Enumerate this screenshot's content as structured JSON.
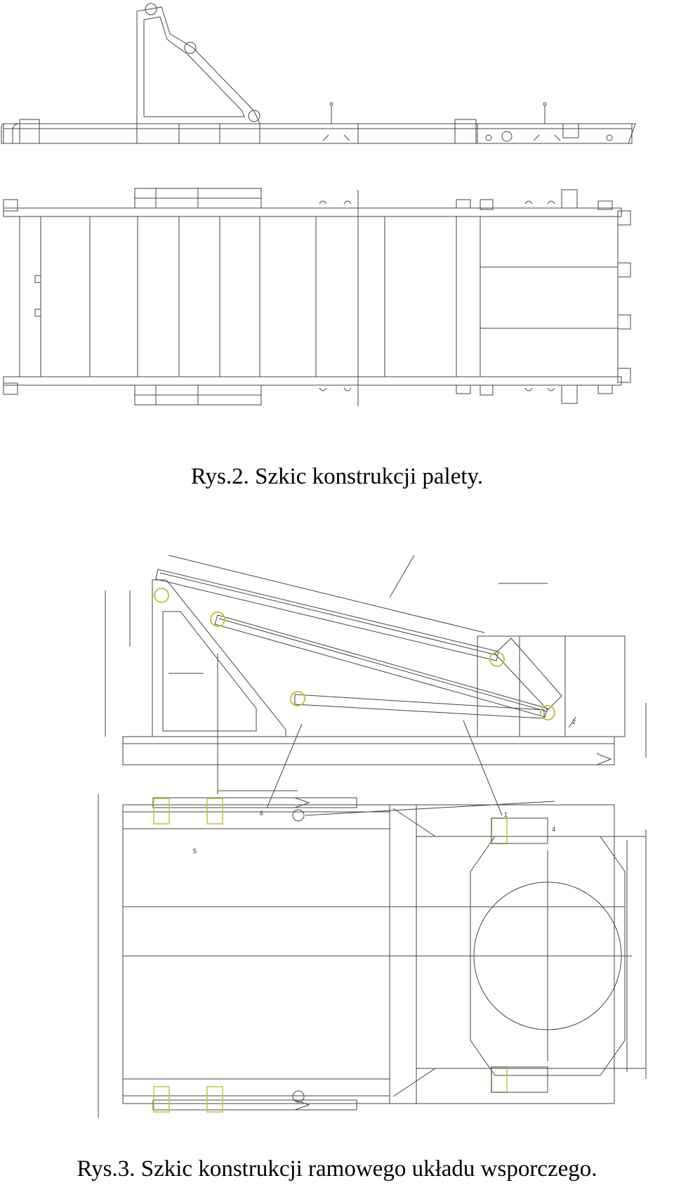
{
  "figure2": {
    "caption": "Rys.2. Szkic konstrukcji palety."
  },
  "figure3": {
    "caption": "Rys.3. Szkic konstrukcji ramowego układu wsporczego.",
    "callouts": [
      "1",
      "2",
      "3",
      "4",
      "5",
      "6"
    ]
  },
  "colors": {
    "line": "#333333",
    "pin": "#c8c040"
  }
}
